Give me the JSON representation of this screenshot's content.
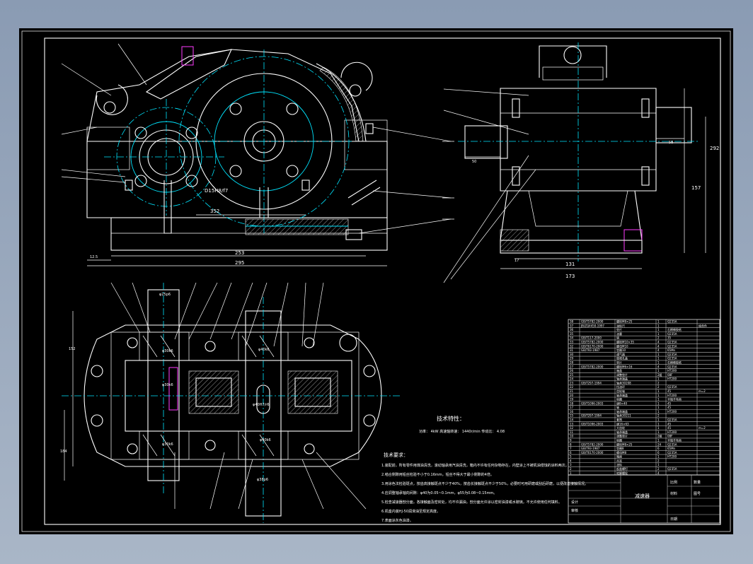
{
  "background_color": "#0b0b0b",
  "line_colors": {
    "outline": "#ffffff",
    "centerline": "#00e5ff",
    "highlight": "#ff3cff"
  },
  "front_view": {
    "dims": {
      "d1": "352",
      "d2": "253",
      "d3": "295",
      "d4": "12.5",
      "fit": "D15H8/f7"
    }
  },
  "side_view": {
    "dims": {
      "height1": "292",
      "height2": "157",
      "width1": "173",
      "width2": "131",
      "d1": "50",
      "d2": "58",
      "d3": "17"
    }
  },
  "top_view": {
    "dims": {
      "d1": "φ25p6",
      "d2": "φ30k6",
      "d3": "φ30k6",
      "d4": "φ40k6",
      "d5": "φ40k6",
      "d6": "φ38p6",
      "d7": "φ40H7/r6",
      "d8": "φ30k6",
      "h1": "152",
      "h2": "184"
    }
  },
  "tech_heading": "技术特性：",
  "tech_spec_line": "功率：  4kW    高速轴转速：  1440r/min    传动比：  4.08",
  "req_heading": "技术要求：",
  "requirements": [
    "1.装配前，所有零件用煤油清洗，滚动轴承用汽油清洗，箱内不许有任何杂物存在，内壁涂上不被机油侵蚀的涂料两次。",
    "2.啮合侧隙用铅丝检验不小于0.16mm，铅丝不得大于最小侧隙的4倍。",
    "3.用涂色法检验斑点，按齿高接触斑点不少于40%，按齿长接触斑点不少于50%，必要时可用研磨或刮后研磨，以便改善接触情况。",
    "4.应调整轴承轴向间隙：φ40为0.05~0.1mm，φ55为0.08~0.15mm。",
    "5.检查减速器剖分面，各接触面及密封处，均不许漏油，剖分面允许涂以密封油漆或水玻璃，不允许使用任何填料。",
    "6.机座内装HJ-50润滑油至规定高度。",
    "7.表面涂灰色油漆。"
  ],
  "title_block": {
    "title": "减速器",
    "cells": [
      "比例",
      "数量",
      "材料",
      "图号",
      "设计",
      "审核",
      "日期"
    ]
  },
  "bom_rows": [
    [
      "38",
      "GB/T5782-2000",
      "螺栓M8×25",
      "1",
      "Q235A",
      ""
    ],
    [
      "37",
      "JB/ZQ4450-1997",
      "油标尺",
      "1",
      "",
      "组合件"
    ],
    [
      "36",
      "",
      "垫片",
      "1",
      "石棉橡胶纸",
      ""
    ],
    [
      "35",
      "",
      "油塞",
      "1",
      "Q235A",
      ""
    ],
    [
      "34",
      "GB/T117-2000",
      "销",
      "2",
      "35",
      ""
    ],
    [
      "33",
      "GB/T5782-2000",
      "螺栓M10×35",
      "4",
      "Q235A",
      ""
    ],
    [
      "32",
      "GB/T6170-2000",
      "螺母M10",
      "4",
      "Q235A",
      ""
    ],
    [
      "31",
      "GB/T93-1987",
      "垫圈10",
      "4",
      "65Mn",
      ""
    ],
    [
      "30",
      "",
      "通气器",
      "1",
      "Q235A",
      ""
    ],
    [
      "29",
      "",
      "窥视孔盖",
      "1",
      "Q235A",
      ""
    ],
    [
      "28",
      "",
      "垫片",
      "1",
      "石棉橡胶纸",
      ""
    ],
    [
      "27",
      "GB/T5782-2000",
      "螺栓M6×16",
      "4",
      "Q235A",
      ""
    ],
    [
      "26",
      "",
      "箱盖",
      "1",
      "HT200",
      ""
    ],
    [
      "25",
      "",
      "调整垫片",
      "2组",
      "08F",
      ""
    ],
    [
      "24",
      "",
      "轴承端盖",
      "1",
      "HT200",
      ""
    ],
    [
      "23",
      "GB/T297-1994",
      "轴承30208",
      "2",
      "",
      ""
    ],
    [
      "22",
      "",
      "挡油环",
      "2",
      "Q235A",
      ""
    ],
    [
      "21",
      "",
      "齿轮轴",
      "1",
      "45",
      "m=2"
    ],
    [
      "20",
      "",
      "轴承端盖",
      "1",
      "HT200",
      ""
    ],
    [
      "19",
      "",
      "毡圈",
      "1",
      "半粗羊毛毡",
      ""
    ],
    [
      "18",
      "GB/T1096-2003",
      "键8×40",
      "1",
      "45",
      ""
    ],
    [
      "17",
      "",
      "轴",
      "1",
      "45",
      ""
    ],
    [
      "16",
      "",
      "轴承端盖",
      "1",
      "HT200",
      ""
    ],
    [
      "15",
      "GB/T297-1994",
      "轴承30211",
      "2",
      "",
      ""
    ],
    [
      "14",
      "",
      "套筒",
      "1",
      "Q235A",
      ""
    ],
    [
      "13",
      "GB/T1096-2003",
      "键16×63",
      "1",
      "45",
      ""
    ],
    [
      "12",
      "",
      "大齿轮",
      "1",
      "45",
      "m=2"
    ],
    [
      "11",
      "",
      "轴承端盖",
      "1",
      "HT200",
      ""
    ],
    [
      "10",
      "",
      "调整垫片",
      "2组",
      "08F",
      ""
    ],
    [
      "9",
      "",
      "毡圈",
      "1",
      "半粗羊毛毡",
      ""
    ],
    [
      "8",
      "GB/T5782-2000",
      "螺栓M8×25",
      "24",
      "Q235A",
      ""
    ],
    [
      "7",
      "GB/T93-1987",
      "垫圈8",
      "6",
      "65Mn",
      ""
    ],
    [
      "6",
      "GB/T6170-2000",
      "螺母M8",
      "6",
      "Q235A",
      ""
    ],
    [
      "5",
      "",
      "箱座",
      "1",
      "HT200",
      ""
    ],
    [
      "4",
      "",
      "吊耳",
      "2",
      "",
      ""
    ],
    [
      "3",
      "",
      "油标",
      "1",
      "",
      ""
    ],
    [
      "2",
      "",
      "起盖螺钉",
      "2",
      "Q235A",
      ""
    ],
    [
      "1",
      "",
      "地脚螺栓",
      "4",
      "",
      ""
    ]
  ]
}
